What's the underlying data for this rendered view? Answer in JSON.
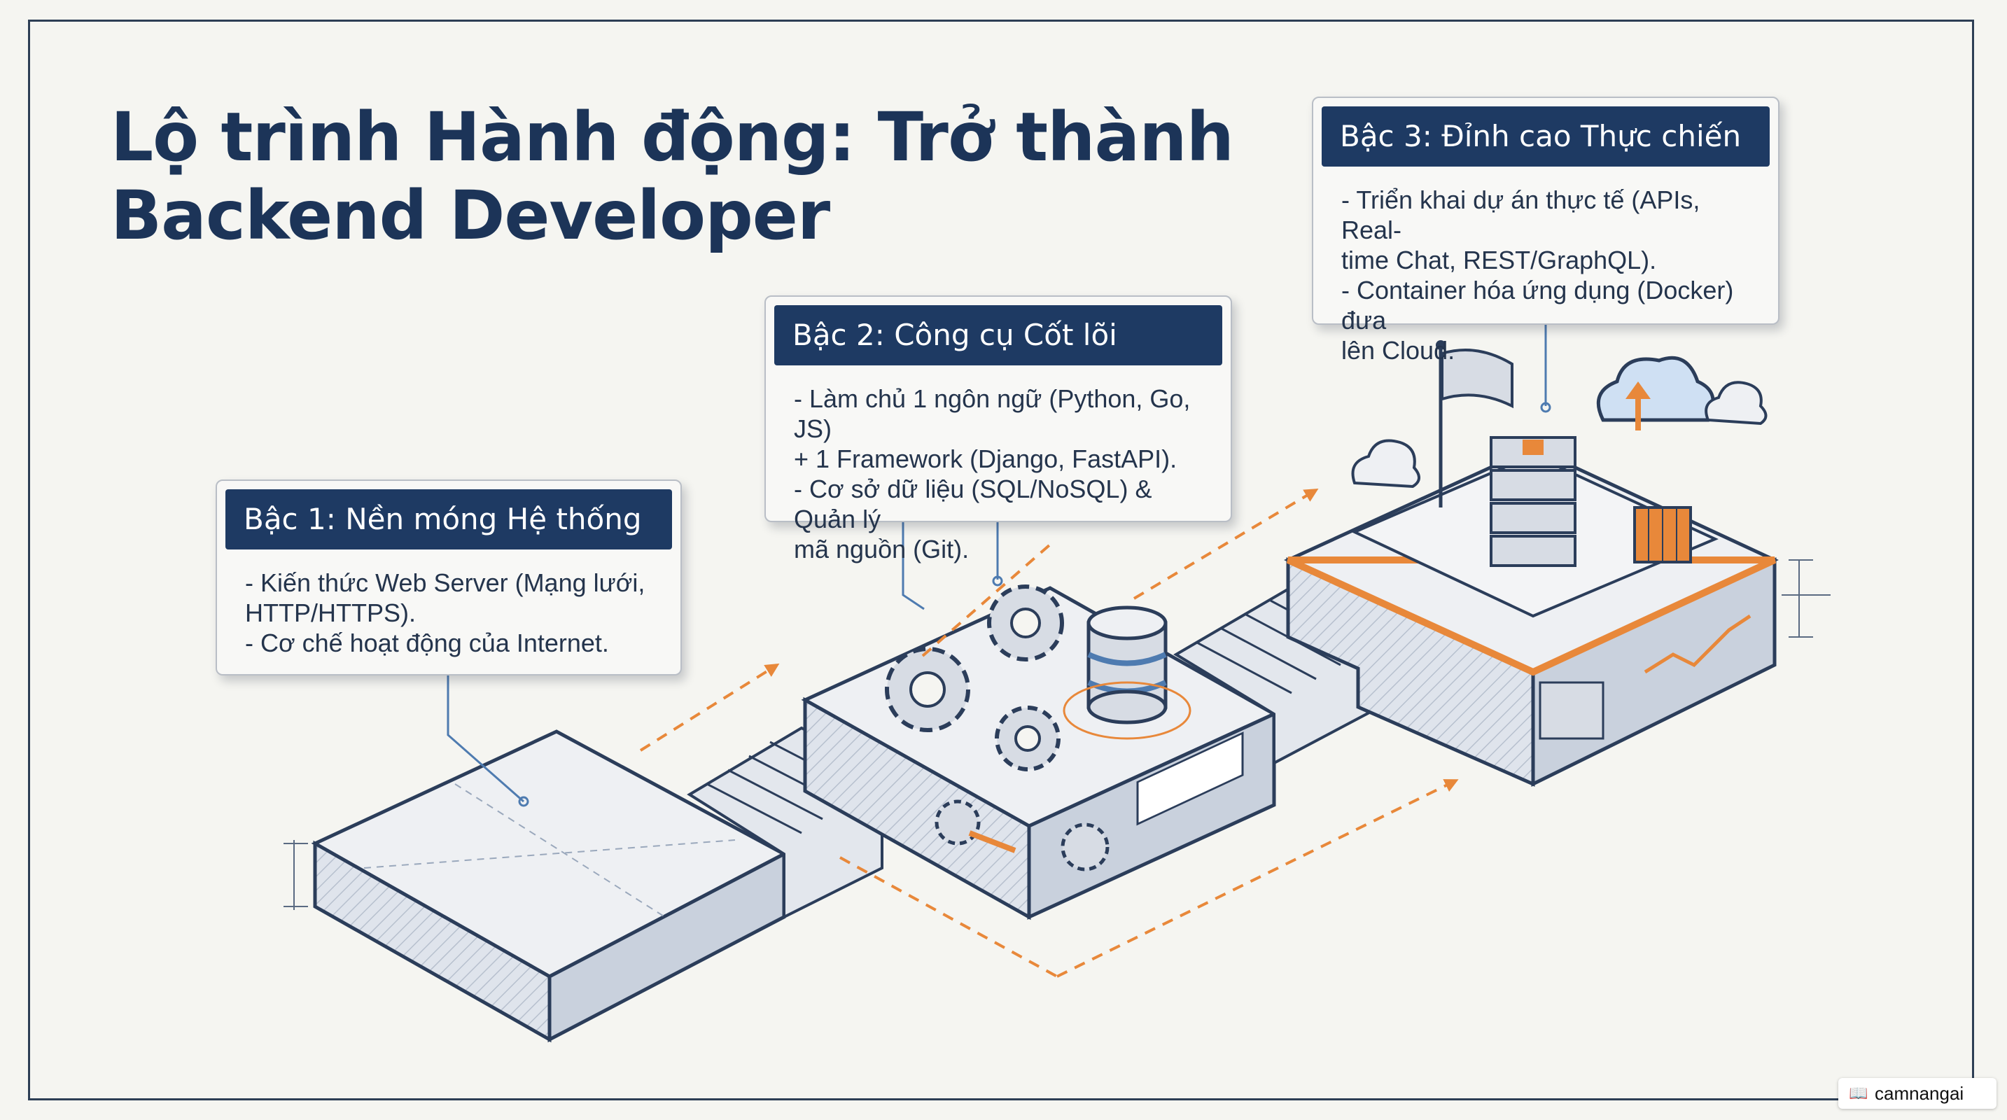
{
  "title": {
    "line1": "Lộ trình Hành động: Trở thành",
    "line2": "Backend Developer"
  },
  "steps": [
    {
      "heading": "Bậc 1: Nền móng Hệ thống",
      "lines": [
        "- Kiến thức Web Server (Mạng lưới,",
        "HTTP/HTTPS).",
        "- Cơ chế hoạt động của Internet."
      ]
    },
    {
      "heading": "Bậc 2: Công cụ Cốt lõi",
      "lines": [
        "- Làm chủ 1 ngôn ngữ (Python, Go, JS)",
        "+ 1 Framework (Django, FastAPI).",
        "- Cơ sở dữ liệu (SQL/NoSQL) & Quản lý",
        "mã nguồn (Git)."
      ]
    },
    {
      "heading": "Bậc 3: Đỉnh cao Thực chiến",
      "lines": [
        "- Triển khai dự án thực tế (APIs, Real-",
        "time Chat, REST/GraphQL).",
        "- Container hóa ứng dụng (Docker) đưa",
        "lên Cloud."
      ]
    }
  ],
  "watermark": {
    "label": "camnangai",
    "icon": "book-icon"
  },
  "colors": {
    "navy": "#1e3a63",
    "title": "#1c3458",
    "accent_orange": "#e8883a",
    "line_blue": "#4e7bb0",
    "background": "#f5f5f1"
  }
}
